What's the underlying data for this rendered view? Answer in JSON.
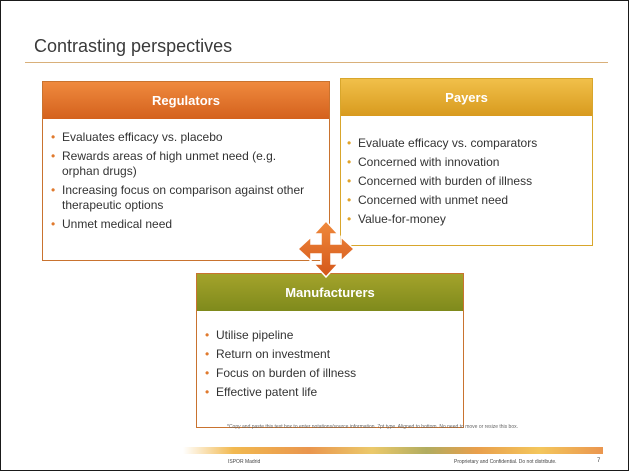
{
  "slide": {
    "title": "Contrasting perspectives",
    "footnote": "*Copy and paste this text box to enter notations/source information. 7pt type. Aligned to bottom. No need to move or resize this box.",
    "footer_left": "ISPOR Madrid",
    "footer_right": "Proprietary and Confidential. Do not distribute.",
    "page_number": "7"
  },
  "boxes": {
    "regulators": {
      "heading": "Regulators",
      "color": "#d4611d",
      "items": [
        "Evaluates efficacy vs. placebo",
        "Rewards areas of high unmet need (e.g. orphan drugs)",
        "Increasing focus on comparison against other therapeutic options",
        "Unmet medical need"
      ]
    },
    "payers": {
      "heading": "Payers",
      "color": "#d89a1e",
      "items": [
        "Evaluate efficacy vs. comparators",
        "Concerned with innovation",
        "Concerned with burden of illness",
        "Concerned with unmet need",
        "Value-for-money"
      ]
    },
    "manufacturers": {
      "heading": "Manufacturers",
      "color": "#7f8a1c",
      "items": [
        "Utilise pipeline",
        "Return on investment",
        "Focus on burden of illness",
        "Effective patent life"
      ]
    }
  },
  "icons": {
    "four_way_arrow": "four-way-arrow-icon"
  }
}
